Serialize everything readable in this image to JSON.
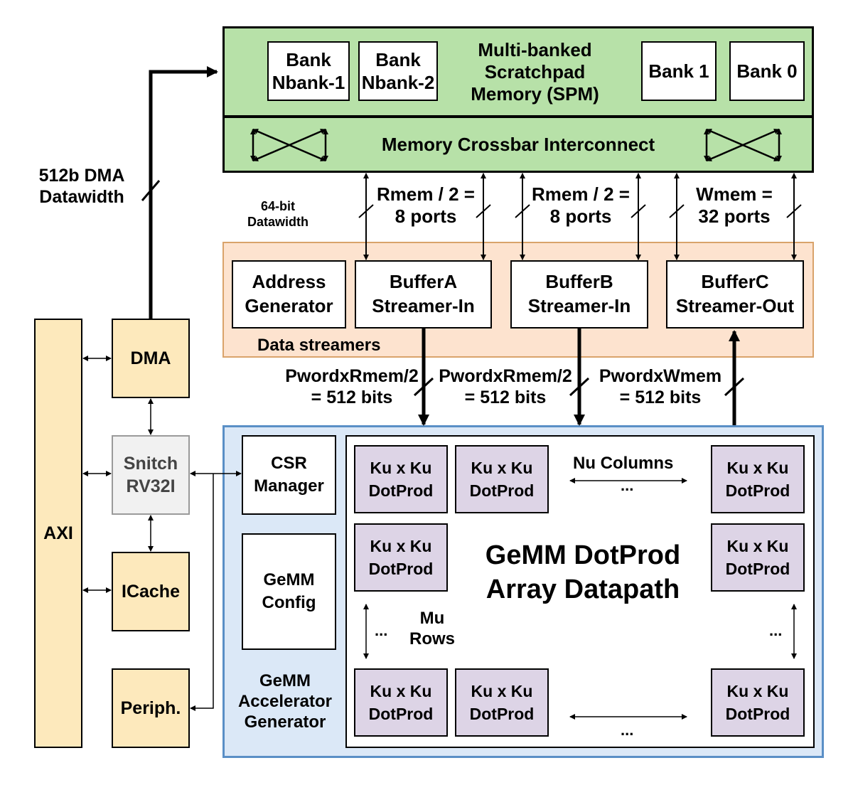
{
  "spm": {
    "title": "Multi-banked Scratchpad Memory (SPM)",
    "banks": [
      "Bank Nbank-1",
      "Bank Nbank-2",
      "Bank 1",
      "Bank 0"
    ],
    "crossbar": "Memory Crossbar Interconnect"
  },
  "dma_width": "512b DMA Datawidth",
  "datawidth_64": "64-bit Datawidth",
  "ports": [
    "Rmem / 2 = 8 ports",
    "Rmem / 2 = 8 ports",
    "Wmem = 32 ports"
  ],
  "ellipsis": "...",
  "streamers": {
    "label": "Data streamers",
    "boxes": [
      "Address Generator",
      "BufferA Streamer-In",
      "BufferB Streamer-In",
      "BufferC Streamer-Out"
    ]
  },
  "widths": [
    "PwordxRmem/2 = 512 bits",
    "PwordxRmem/2 = 512 bits",
    "PwordxWmem = 512 bits"
  ],
  "left": {
    "axi": "AXI",
    "dma": "DMA",
    "snitch": "Snitch RV32I",
    "icache": "ICache",
    "periph": "Periph."
  },
  "accel": {
    "csr": "CSR Manager",
    "config": "GeMM Config",
    "generator": "GeMM Accelerator Generator",
    "array_title": "GeMM DotProd Array Datapath",
    "columns": "Nu Columns",
    "rows": "Mu Rows",
    "dp_line1": "Ku x Ku",
    "dp_line2": "DotProd"
  },
  "colors": {
    "spm_green": "#b7e1a8",
    "streamer_orange": "#fde3cf",
    "yellow": "#fde9bc",
    "accel_blue": "#dbe8f7",
    "dotprod_purple": "#ddd4e6"
  }
}
